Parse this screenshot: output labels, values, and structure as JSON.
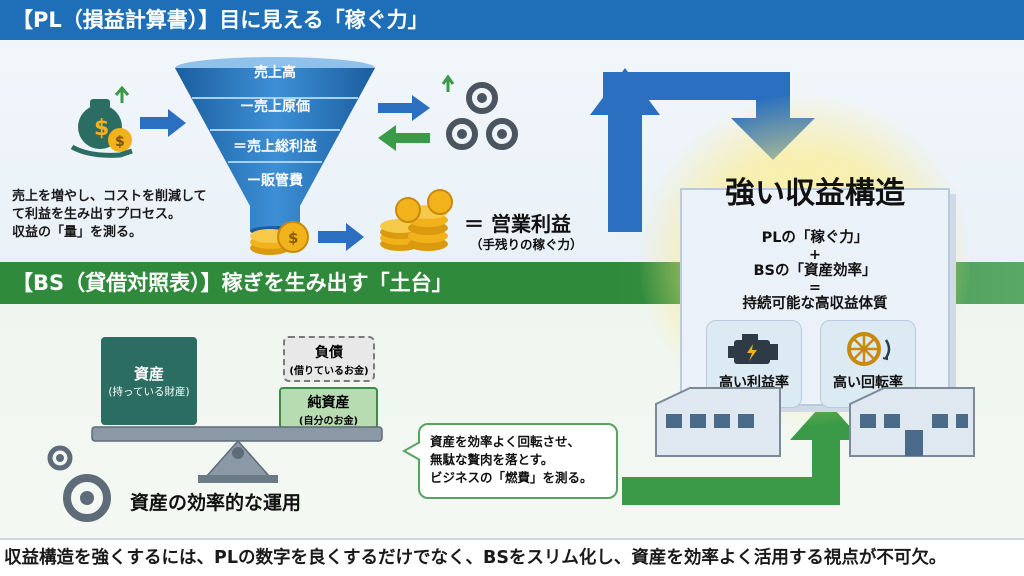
{
  "pl": {
    "header": "【PL（損益計算書）】目に見える「稼ぐ力」",
    "funnel": [
      "売上高",
      "ー売上原価",
      "＝売上総利益",
      "ー販管費"
    ],
    "description": [
      "売上を増やし、コストを削減して",
      "て利益を生み出すプロセス。",
      "収益の「量」を測る。"
    ],
    "result_label": "＝ 営業利益",
    "result_sub": "（手残りの稼ぐ力）"
  },
  "center": {
    "title": "強い収益構造",
    "formula": [
      "PLの「稼ぐ力」",
      "+",
      "BSの「資産効率」",
      "=",
      "持続可能な高収益体質"
    ],
    "badge_left": "高い利益率",
    "badge_right": "高い回転率"
  },
  "bs": {
    "header": "【BS（貸借対照表）】稼ぎを生み出す「土台」",
    "asset_title": "資産",
    "asset_sub": "(持っている財産)",
    "debt_title": "負債",
    "debt_sub": "(借りているお金)",
    "equity_title": "純資産",
    "equity_sub": "(自分のお金)",
    "operation_label": "資産の効率的な運用",
    "callout": [
      "資産を効率よく回転させ、",
      "無駄な贅肉を落とす。",
      "ビジネスの「燃費」を測る。"
    ]
  },
  "footer": "収益構造を強くするには、PLの数字を良くするだけでなく、BSをスリム化し、資産を効率よく活用する視点が不可欠。",
  "colors": {
    "pl_blue": "#1e6fb8",
    "bs_green": "#2f8a3c",
    "arrow_blue": "#2a6fc0",
    "arrow_green": "#3a9a47",
    "coin_gold": "#f2b21c"
  }
}
